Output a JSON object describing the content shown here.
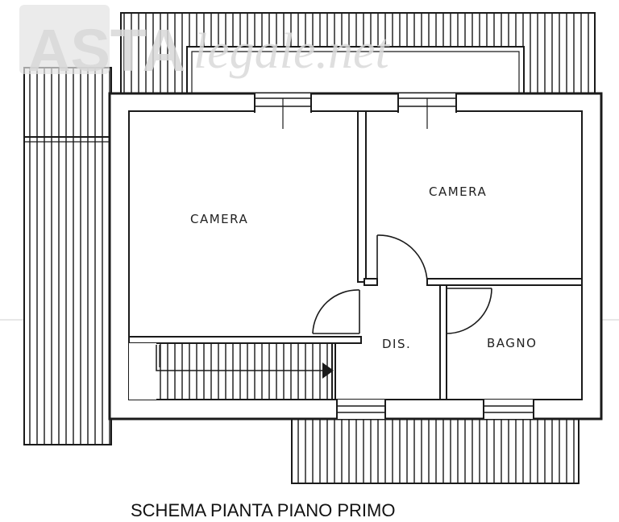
{
  "watermark": {
    "brand_bold": "ASTA",
    "brand_rest": "legale.net"
  },
  "rooms": {
    "camera_left": "CAMERA",
    "camera_right": "CAMERA",
    "disimpegno": "DIS.",
    "bagno": "BAGNO"
  },
  "caption": "SCHEMA PIANTA PIANO PRIMO",
  "colors": {
    "wall": "#1a1a1a",
    "hatch": "#333333",
    "watermark": "#d9d9d9"
  }
}
